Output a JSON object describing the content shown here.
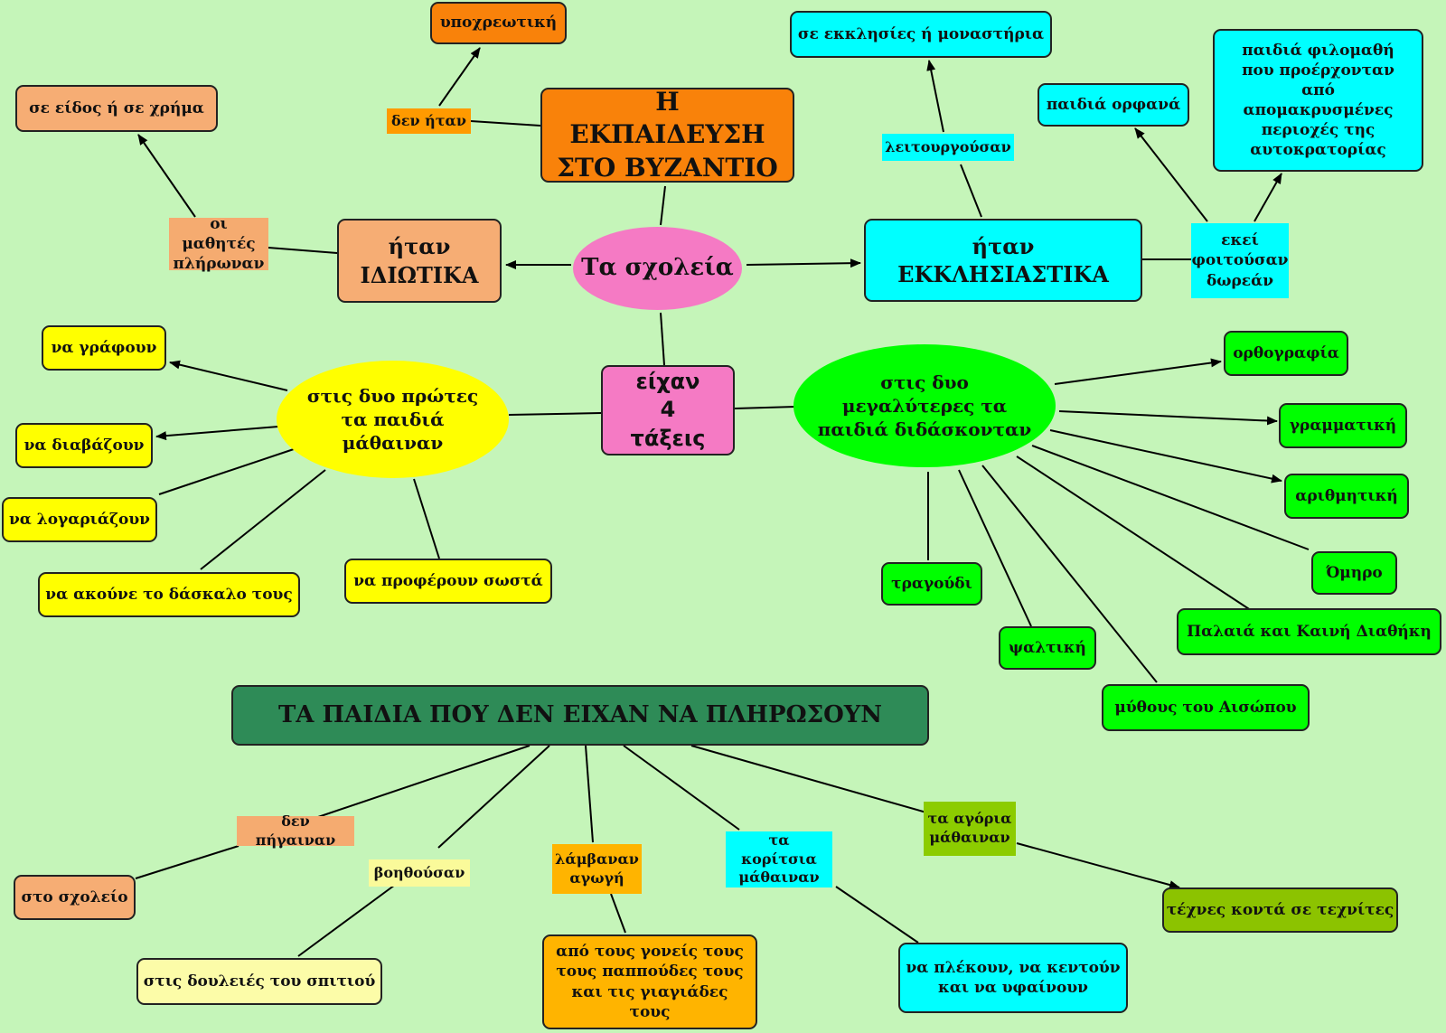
{
  "title": "Η ΕΚΠΑΙΔΕΥΣΗ ΣΤΟ ΒΥΖΑΝΤΙΟ",
  "center": "Τα σχολεία",
  "private_branch": {
    "node": "ήταν ΙΔΙΩΤΙΚΑ",
    "link": "οι μαθητές πλήρωναν",
    "target": "σε είδος ή σε χρήμα"
  },
  "title_branch": {
    "link": "δεν ήταν",
    "target": "υποχρεωτική"
  },
  "church_branch": {
    "node": "ήταν ΕΚΚΛΗΣΙΑΣΤΙΚΑ",
    "link_top": "λειτουργούσαν",
    "target_top": "σε εκκλησίες ή μοναστήρια",
    "link_right": "εκεί φοιτούσαν δωρεάν",
    "target_orphans": "παιδιά ορφανά",
    "target_remote": "παιδιά φιλομαθή που προέρχονταν από απομακρυσμένες περιοχές της αυτοκρατορίας"
  },
  "classes": {
    "node": "είχαν 4 τάξεις",
    "first_two": {
      "node": "στις δυο πρώτες τα παιδιά μάθαιναν",
      "items": [
        "να γράφουν",
        "να διαβάζουν",
        "να λογαριάζουν",
        "να ακούνε το δάσκαλο τους",
        "να προφέρουν σωστά"
      ]
    },
    "last_two": {
      "node": "στις δυο μεγαλύτερες τα παιδιά διδάσκονταν",
      "items": [
        "ορθογραφία",
        "γραμματική",
        "αριθμητική",
        "Όμηρο",
        "Παλαιά και Καινή Διαθήκη",
        "μύθους του Αισώπου",
        "ψαλτική",
        "τραγούδι"
      ]
    }
  },
  "poor_children": {
    "node": "ΤΑ ΠΑΙΔΙΑ ΠΟΥ ΔΕΝ  ΕΙΧΑΝ ΝΑ ΠΛΗΡΩΣΟΥΝ",
    "links": [
      "δεν πήγαιναν",
      "βοηθούσαν",
      "λάμβαναν αγωγή",
      "τα κορίτσια μάθαιναν",
      "τα αγόρια μάθαιναν"
    ],
    "targets": [
      "στο σχολείο",
      "στις δουλειές του σπιτιού",
      "από τους γονείς τους τους παππούδες τους και τις γιαγιάδες τους",
      "να πλέκουν, να κεντούν και να υφαίνουν",
      "τέχνες κοντά σε τεχνίτες"
    ]
  }
}
